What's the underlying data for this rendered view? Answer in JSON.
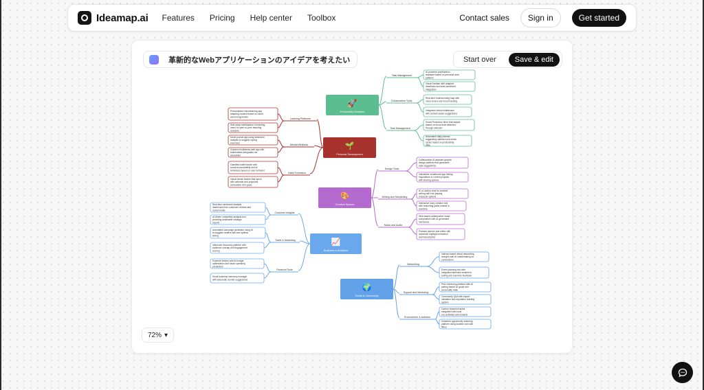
{
  "nav": {
    "brand": "Ideamap.ai",
    "links": [
      "Features",
      "Pricing",
      "Help center",
      "Toolbox"
    ],
    "contact": "Contact sales",
    "signin": "Sign in",
    "getstarted": "Get started"
  },
  "prompt": {
    "text": "革新的なWebアプリケーションのアイデアを考えたい"
  },
  "actions": {
    "start_over": "Start over",
    "save_edit": "Save & edit"
  },
  "zoom": {
    "value": "72%",
    "caret": "▾"
  },
  "colors": {
    "productivity": "#5cbe90",
    "personal": "#a7322c",
    "creative": "#b56ad0",
    "business": "#6aa8ee",
    "social": "#63a2e8"
  },
  "mindmap": {
    "branches": [
      {
        "key": "productivity",
        "icon": "🚀",
        "label": "Productivity Boosters",
        "color": "#5cbe90",
        "subs": [
          {
            "label": "Task Management",
            "leaves": [
              "AI-powered prioritization assistant based on personal work patterns",
              "Visual Kanban with adaptive deadlines and team sentiment integration"
            ]
          },
          {
            "label": "Collaboration Tools",
            "leaves": [
              "Real-time brainstorming map with voice-to-text and mood tracking",
              "Integrated virtual whiteboard with context-aware suggestions"
            ]
          },
          {
            "label": "Time Management",
            "leaves": [
              "Smart Pomodoro timer that adapts based on focus level detected through webcam",
              "Automated daily planner suggesting optimal work-break cycles based on productivity data"
            ]
          }
        ]
      },
      {
        "key": "personal",
        "icon": "🌱",
        "label": "Personal Development",
        "color": "#a7322c",
        "subs": [
          {
            "label": "Learning Platforms",
            "leaves": [
              "Personalized microlearning app adapting content based on mood and energy levels",
              "Skill swap marketplace connecting users for peer-to-peer teaching sessions"
            ]
          },
          {
            "label": "Mental Wellness",
            "leaves": [
              "Mood journal app using sentiment analysis to suggest coping exercises",
              "Guided mindfulness web app with biofeedback integration via wearables"
            ]
          },
          {
            "label": "Habit Formation",
            "leaves": [
              "Gamified habit tracker with social accountability and AI reminders based on user behavior",
              "Visual streak tracker that syncs with calendar and proposes achievable mini goals"
            ]
          }
        ]
      },
      {
        "key": "creative",
        "icon": "🎨",
        "label": "Creative Spaces",
        "color": "#b56ad0",
        "subs": [
          {
            "label": "Design Tools",
            "leaves": [
              "Collaborative AI-assisted graphic design platform that generates style suggestions",
              "Interactive moodboard app linking inspirations to current projects with sharing options"
            ]
          },
          {
            "label": "Writing and Storytelling",
            "leaves": [
              "AI co-author chat for creative writing with role-playing character options",
              "Interactive story creation tool with branching paths shared in real-time"
            ]
          },
          {
            "label": "Music and Audio",
            "leaves": [
              "Web-based collaborative music composition with AI-generated harmonies",
              "Podcast planner and editor with automatic highlight extraction and transcription"
            ]
          }
        ]
      },
      {
        "key": "business",
        "icon": "📈",
        "label": "Business & Analytics",
        "color": "#6aa8ee",
        "subs": [
          {
            "label": "Customer Insights",
            "leaves": [
              "Real-time sentiment analysis dashboard from customer reviews and social media",
              "AI-driven competitor analysis tool providing actionable strategic reports"
            ]
          },
          {
            "label": "Sales & Marketing",
            "leaves": [
              "Automated campaign generator using AI to suggest creative ads and optimal timing",
              "Influencer discovery platform with audience overlap and engagement scoring"
            ]
          },
          {
            "label": "Financial Tools",
            "leaves": [
              "Expense tracker with AI budget optimization and future spending predictions",
              "Small business inventory manager with automatic reorder suggestions"
            ]
          }
        ]
      },
      {
        "key": "social",
        "icon": "🌍",
        "label": "Social & Community",
        "color": "#63a2e8",
        "subs": [
          {
            "label": "Networking",
            "leaves": [
              "Interest-based virtual networking lounges with AI matchmaking for connections",
              "Event planning tool with integrated attendee sentiment polling and real-time feedback"
            ]
          },
          {
            "label": "Support and Mentoring",
            "leaves": [
              "Peer mentoring platform with AI pairing based on goals and personality traits",
              "Community Q&A with expert validation and reputation building system"
            ]
          },
          {
            "label": "Environment & Activism",
            "leaves": [
              "Carbon footprint tracker integrated with local eco-activities and rewards",
              "Volunteer opportunity matching platform using location and skill filters"
            ]
          }
        ]
      }
    ]
  }
}
